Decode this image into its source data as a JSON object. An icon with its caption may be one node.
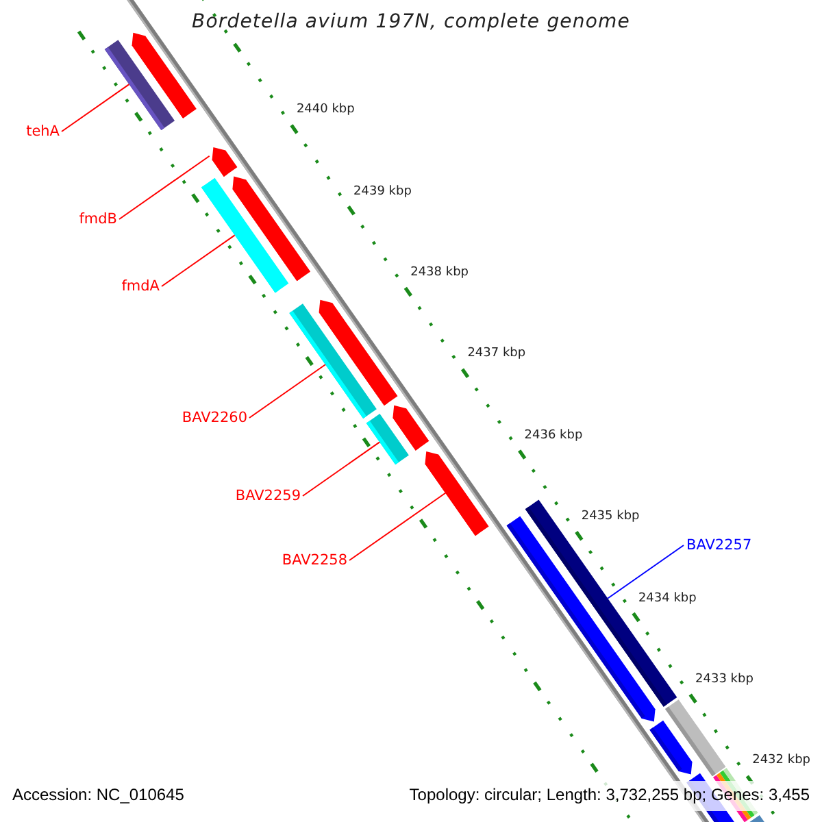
{
  "diagram": {
    "title": "Bordetella avium 197N, complete genome",
    "nodes": [
      {
        "text": [
          "tehA"
        ]
      },
      {
        "text": [],
        "shape": "bar"
      },
      {
        "text": [
          "fmdB"
        ]
      },
      {
        "text": [],
        "shape": "bar"
      },
      {
        "text": [
          "fmdA"
        ]
      },
      {
        "text": [],
        "shape": "bar"
      },
      {
        "text": [
          "BAV2260"
        ]
      },
      {
        "text": [],
        "shape": "bar"
      },
      {
        "text": [
          "BAV2259"
        ]
      },
      {
        "text": [],
        "shape": "bar"
      },
      {
        "text": [
          "BAV2258"
        ]
      },
      {
        "text": [],
        "shape": "bar"
      },
      {
        "text": [
          "BAV2257"
        ]
      },
      {
        "text": [],
        "shape": "bar"
      }
    ],
    "edges": [
      {
        "from": 0,
        "to": 1,
        "arrow": "none"
      },
      {
        "from": 2,
        "to": 3,
        "arrow": "none"
      },
      {
        "from": 4,
        "to": 5,
        "arrow": "none"
      },
      {
        "from": 6,
        "to": 7,
        "arrow": "none"
      },
      {
        "from": 8,
        "to": 9,
        "arrow": "none"
      },
      {
        "from": 10,
        "to": 11,
        "arrow": "none"
      },
      {
        "from": 12,
        "to": 13,
        "arrow": "none",
        "color": "#0000ff"
      }
    ],
    "labels": [
      "2440 kbp",
      "2439 kbp",
      "2438 kbp",
      "2437 kbp",
      "2436 kbp",
      "2435 kbp",
      "2434 kbp",
      "2433 kbp",
      "2432 kbp",
      "Accession: NC_010645",
      "Topology: circular; Length: 3,732,255 bp; Genes: 3,455"
    ]
  }
}
